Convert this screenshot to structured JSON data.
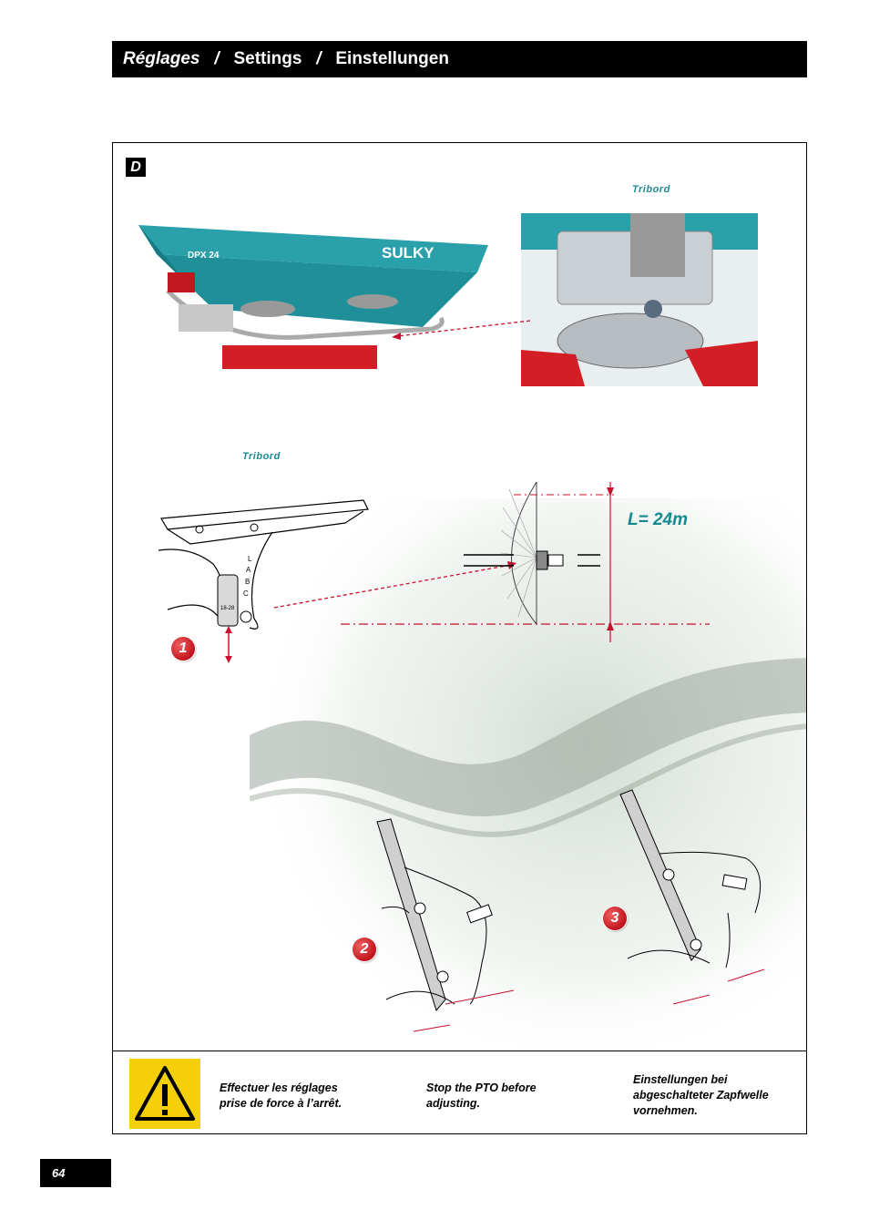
{
  "header": {
    "title_fr": "Réglages",
    "separator": "/",
    "title_en": "Settings",
    "title_de": "Einstellungen"
  },
  "section": {
    "label": "D"
  },
  "photos": {
    "tribord_top": "Tribord",
    "brand": "SULKY",
    "model": "DPX 24"
  },
  "diagram": {
    "tribord_label": "Tribord",
    "length_label": "L= 24m",
    "gauge_letters": [
      "A",
      "B",
      "C",
      "L"
    ],
    "gauge_marking": "18-28",
    "steps": [
      "1",
      "2",
      "3"
    ]
  },
  "warning": {
    "icon": "warning-triangle-icon",
    "text_fr": "Effectuer les réglages\nprise de force à l’arrêt.",
    "text_en": "Stop the PTO before\nadjusting.",
    "text_de": "Einstellungen bei\nabgeschalteter Zapfwelle\nvornehmen."
  },
  "page": {
    "number": "64"
  },
  "colors": {
    "hopper_teal": "#1f8f99",
    "frame_red": "#d21e24",
    "arrow_red": "#c8102e",
    "warning_yellow": "#f5cf0a"
  }
}
